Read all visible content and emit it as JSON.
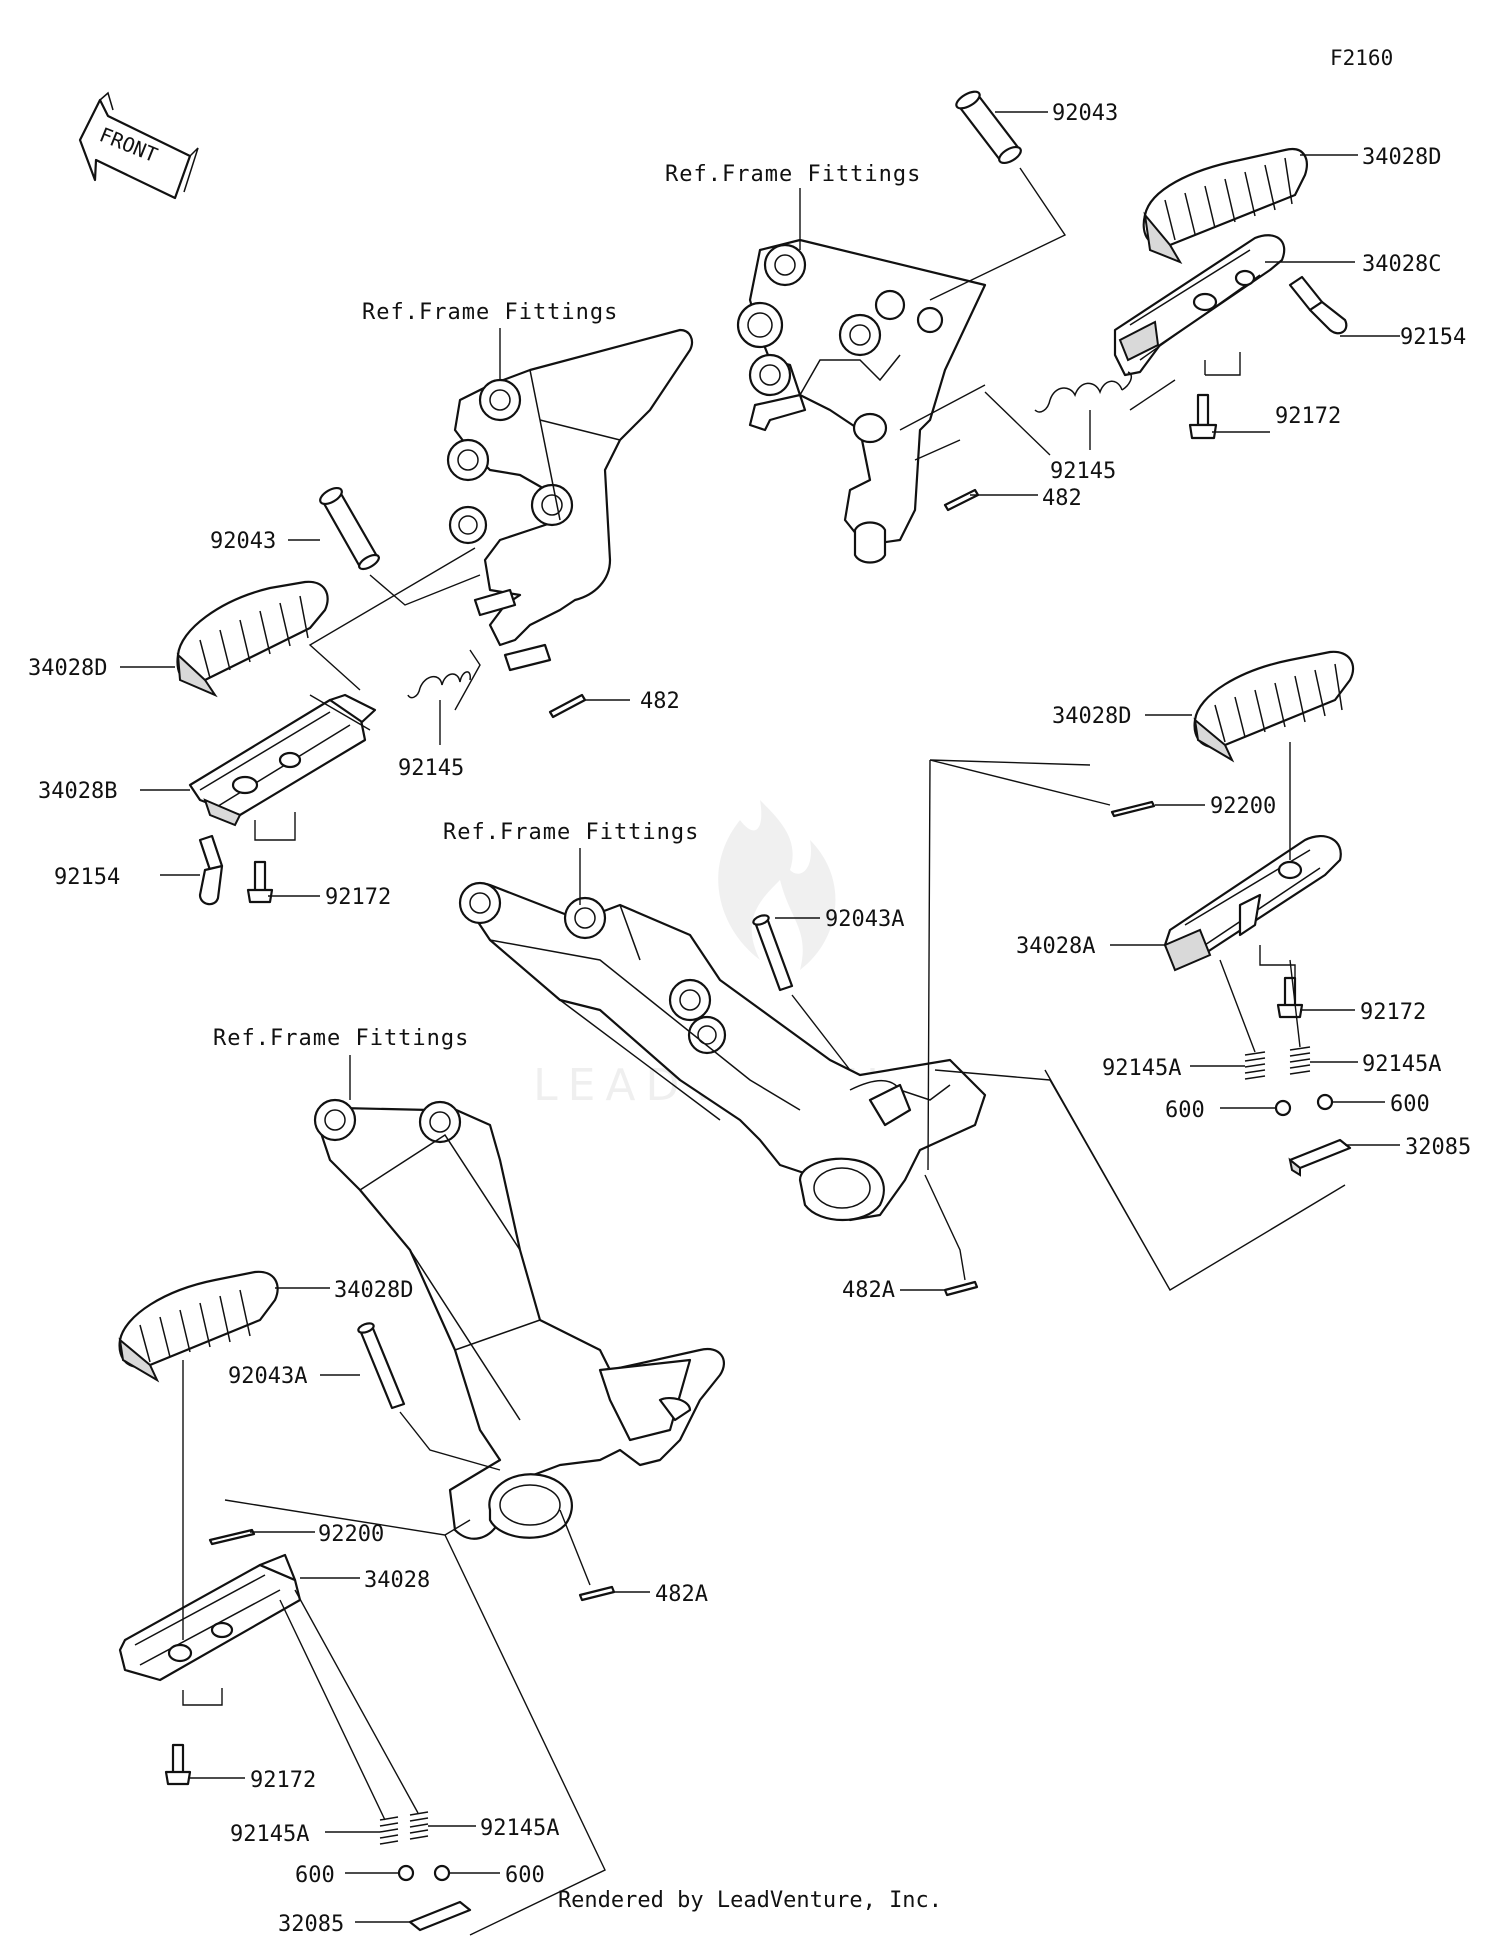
{
  "figure_code": "F2160",
  "front_arrow_text": "FRONT",
  "footer": "Rendered by LeadVenture, Inc.",
  "watermark": "LEADVENTURE",
  "labels": {
    "ref_frame_fittings": "Ref.Frame Fittings",
    "p92043": "92043",
    "p34028D": "34028D",
    "p34028C": "34028C",
    "p92154": "92154",
    "p92172": "92172",
    "p92145": "92145",
    "p482": "482",
    "p34028B": "34028B",
    "p92043A": "92043A",
    "p92200": "92200",
    "p34028A": "34028A",
    "p92145A": "92145A",
    "p600": "600",
    "p32085": "32085",
    "p482A": "482A",
    "p34028": "34028"
  },
  "colors": {
    "line": "#111111",
    "background": "#ffffff"
  }
}
